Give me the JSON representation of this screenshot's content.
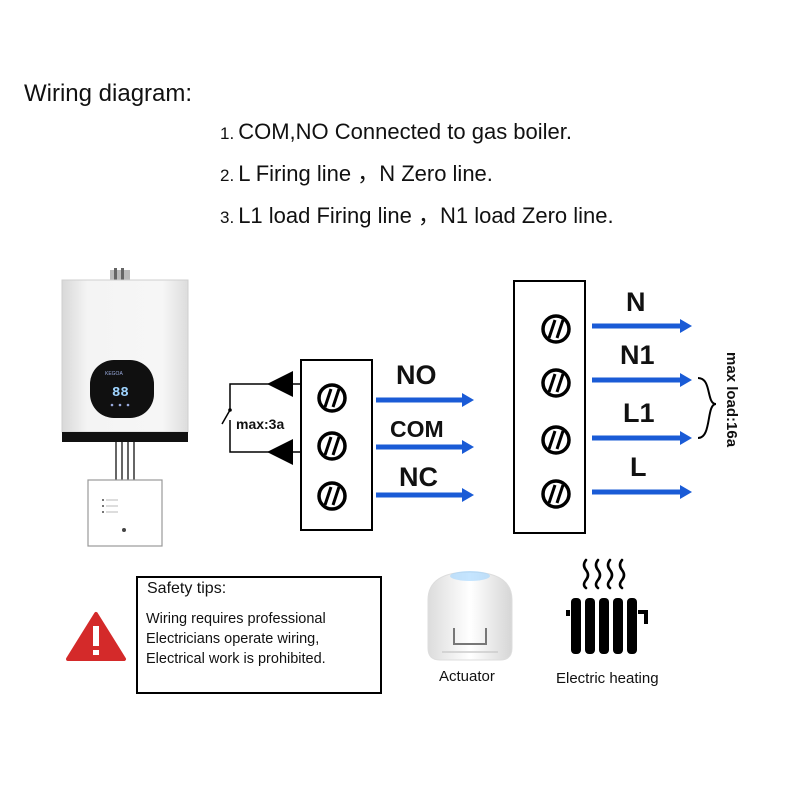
{
  "header": {
    "title": "Wiring diagram:",
    "steps": [
      {
        "num": "1.",
        "text": "COM,NO Connected to gas boiler."
      },
      {
        "num": "2.",
        "text": "L Firing line ，N Zero line."
      },
      {
        "num": "3.",
        "text": "L1 load Firing line ，N1 load Zero line."
      }
    ]
  },
  "boiler": {
    "display": "88",
    "brand": "KEGOA"
  },
  "relay": {
    "max_label": "max:3a",
    "terminals": [
      "NO",
      "COM",
      "NC"
    ]
  },
  "power": {
    "terminals": [
      "N",
      "N1",
      "L1",
      "L"
    ],
    "max_load": "max load:16a"
  },
  "safety": {
    "title": "Safety tips:",
    "lines": [
      "Wiring requires professional",
      "Electricians operate wiring,",
      "Electrical work is prohibited."
    ]
  },
  "devices": {
    "actuator": "Actuator",
    "heating": "Electric heating"
  },
  "colors": {
    "arrow": "#1a5bd6",
    "warning": "#d42a2a",
    "panel_dark": "#111111"
  },
  "icons": [
    "warning-icon",
    "heat-wave-icon",
    "radiator-icon",
    "screw-terminal-icon",
    "switch-icon"
  ]
}
